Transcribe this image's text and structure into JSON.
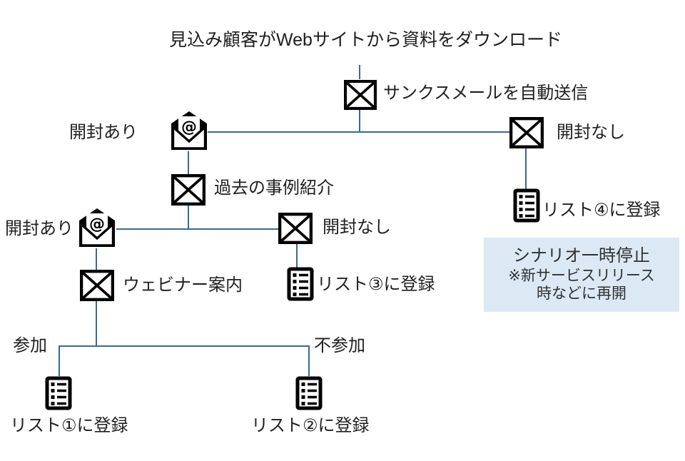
{
  "colors": {
    "connector": "#3a6b8c",
    "note_background": "#dce9f5",
    "text_color": "#1f1f1f"
  },
  "flow": {
    "start": {
      "label": "見込み顧客がWebサイトから資料をダウンロード"
    },
    "thanks_mail": {
      "label": "サンクスメールを自動送信",
      "icon": "closed-envelope-icon"
    },
    "branch1_opened": {
      "label": "開封あり",
      "icon": "open-envelope-icon"
    },
    "branch1_not_opened": {
      "label": "開封なし",
      "icon": "closed-envelope-icon"
    },
    "list4": {
      "label": "リスト④に登録",
      "icon": "list-icon"
    },
    "case_mail": {
      "label": "過去の事例紹介",
      "icon": "closed-envelope-icon"
    },
    "branch2_opened": {
      "label": "開封あり",
      "icon": "open-envelope-icon"
    },
    "branch2_not_opened": {
      "label": "開封なし",
      "icon": "closed-envelope-icon"
    },
    "list3": {
      "label": "リスト③に登録",
      "icon": "list-icon"
    },
    "webinar_mail": {
      "label": "ウェビナー案内",
      "icon": "closed-envelope-icon"
    },
    "branch3_join": {
      "label": "参加"
    },
    "branch3_not_join": {
      "label": "不参加"
    },
    "list1": {
      "label": "リスト①に登録",
      "icon": "list-icon"
    },
    "list2": {
      "label": "リスト②に登録",
      "icon": "list-icon"
    },
    "pause_note": {
      "line1": "シナリオ一時停止",
      "line2": "※新サービスリリース",
      "line3": "時などに再開"
    }
  }
}
